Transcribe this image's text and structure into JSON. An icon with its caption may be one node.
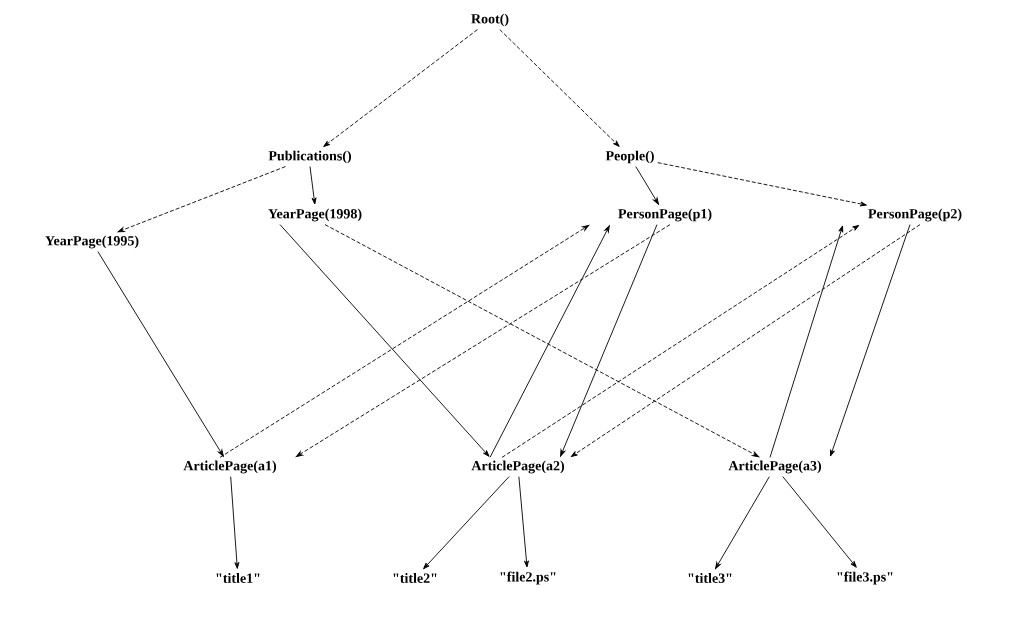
{
  "diagram": {
    "nodes": [
      {
        "text": [
          "Root()"
        ]
      },
      {
        "text": [
          "Publications()"
        ]
      },
      {
        "text": [
          "People()"
        ]
      },
      {
        "text": [
          "YearPage(1995)"
        ]
      },
      {
        "text": [
          "YearPage(1998)"
        ]
      },
      {
        "text": [
          "PersonPage(p1)"
        ]
      },
      {
        "text": [
          "PersonPage(p2)"
        ]
      },
      {
        "text": [
          "ArticlePage(a1)"
        ]
      },
      {
        "text": [
          "ArticlePage(a2)"
        ]
      },
      {
        "text": [
          "ArticlePage(a3)"
        ]
      },
      {
        "text": [
          "\"title1\""
        ]
      },
      {
        "text": [
          "\"title2\""
        ]
      },
      {
        "text": [
          "\"file2.ps\""
        ]
      },
      {
        "text": [
          "\"title3\""
        ]
      },
      {
        "text": [
          "\"file3.ps\""
        ]
      }
    ],
    "edges": [
      {
        "from": 0,
        "to": 1,
        "arrow": "to",
        "style": "dashed"
      },
      {
        "from": 0,
        "to": 2,
        "arrow": "to",
        "style": "dashed"
      },
      {
        "from": 1,
        "to": 3,
        "arrow": "to",
        "style": "dashed"
      },
      {
        "from": 1,
        "to": 4,
        "arrow": "to"
      },
      {
        "from": 2,
        "to": 5,
        "arrow": "to"
      },
      {
        "from": 2,
        "to": 6,
        "arrow": "to",
        "style": "dashed"
      },
      {
        "from": 3,
        "to": 7,
        "arrow": "to"
      },
      {
        "from": 4,
        "to": 8,
        "arrow": "to"
      },
      {
        "from": 4,
        "to": 9,
        "arrow": "to",
        "style": "dashed"
      },
      {
        "from": 7,
        "to": 5,
        "arrow": "to",
        "style": "dashed"
      },
      {
        "from": 5,
        "to": 7,
        "arrow": "to",
        "style": "dashed"
      },
      {
        "from": 8,
        "to": 5,
        "arrow": "to"
      },
      {
        "from": 5,
        "to": 8,
        "arrow": "to"
      },
      {
        "from": 8,
        "to": 6,
        "arrow": "to",
        "style": "dashed"
      },
      {
        "from": 6,
        "to": 8,
        "arrow": "to",
        "style": "dashed"
      },
      {
        "from": 9,
        "to": 6,
        "arrow": "to"
      },
      {
        "from": 6,
        "to": 9,
        "arrow": "to"
      },
      {
        "from": 7,
        "to": 10,
        "arrow": "to"
      },
      {
        "from": 8,
        "to": 11,
        "arrow": "to"
      },
      {
        "from": 8,
        "to": 12,
        "arrow": "to"
      },
      {
        "from": 9,
        "to": 13,
        "arrow": "to"
      },
      {
        "from": 9,
        "to": 14,
        "arrow": "to"
      }
    ]
  }
}
